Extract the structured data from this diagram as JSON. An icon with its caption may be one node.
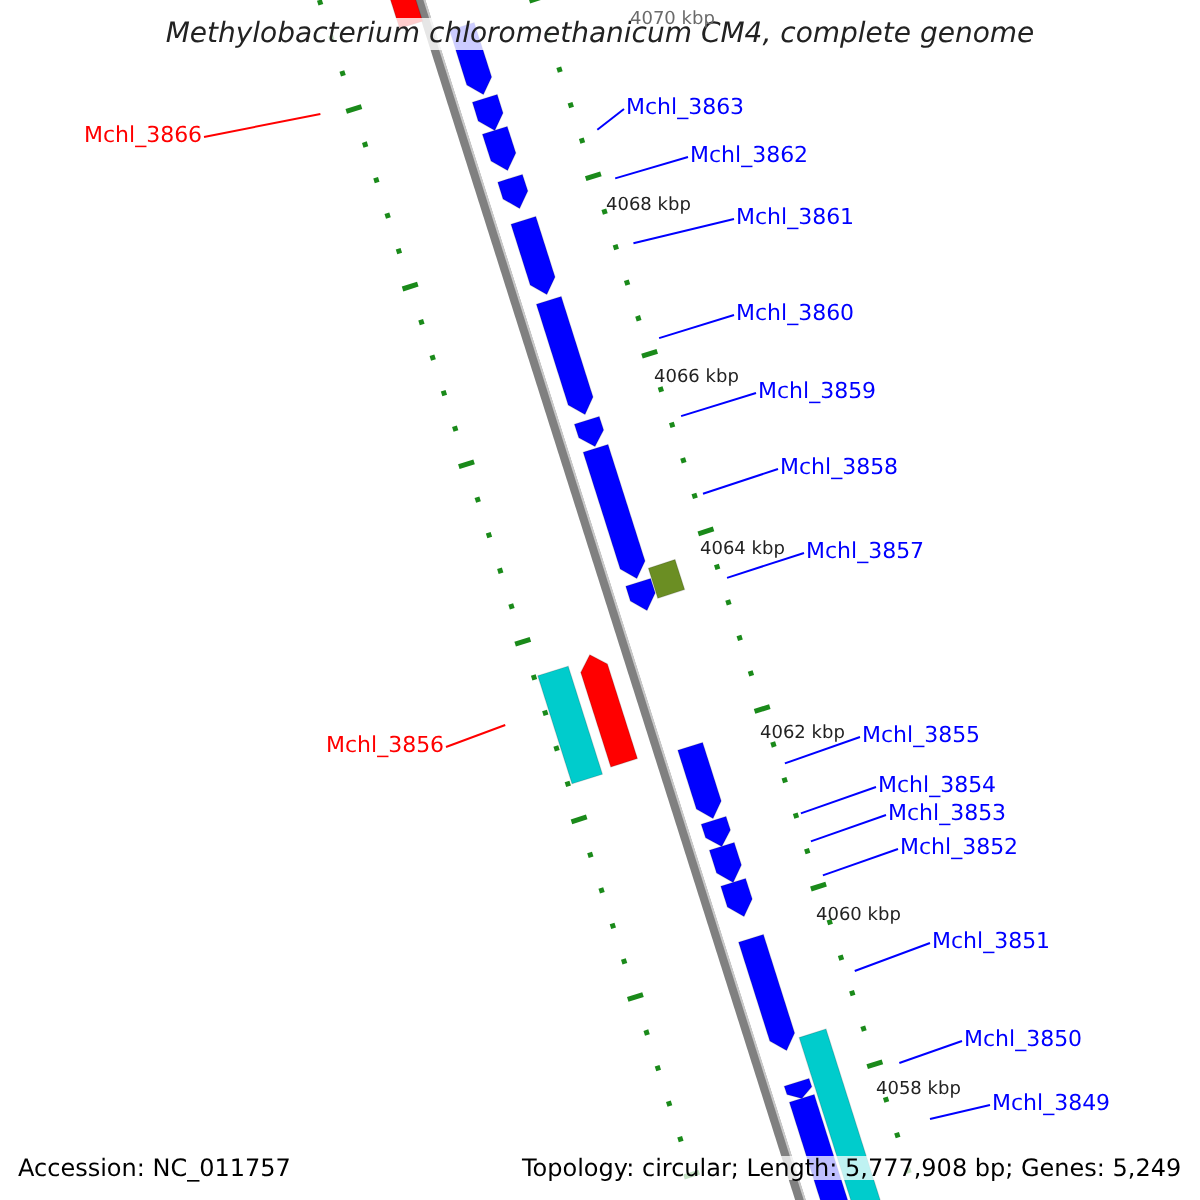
{
  "diagram": {
    "title": "Methylobacterium chloromethanicum CM4, complete genome",
    "nodes": [
      {
        "text": [
          "Mchl_3866"
        ]
      },
      {
        "text": [
          "Mchl_3863"
        ]
      },
      {
        "text": [
          "Mchl_3862"
        ]
      },
      {
        "text": [
          "Mchl_3861"
        ]
      },
      {
        "text": [
          "Mchl_3860"
        ]
      },
      {
        "text": [
          "Mchl_3859"
        ]
      },
      {
        "text": [
          "Mchl_3858"
        ]
      },
      {
        "text": [
          "Mchl_3857"
        ]
      },
      {
        "text": [
          "Mchl_3856"
        ]
      },
      {
        "text": [
          "Mchl_3855"
        ]
      },
      {
        "text": [
          "Mchl_3854"
        ]
      },
      {
        "text": [
          "Mchl_3853"
        ]
      },
      {
        "text": [
          "Mchl_3852"
        ]
      },
      {
        "text": [
          "Mchl_3851"
        ]
      },
      {
        "text": [
          "Mchl_3850"
        ]
      },
      {
        "text": [
          "Mchl_3849"
        ]
      }
    ],
    "edges": [
      {
        "from": 0,
        "to": null,
        "arrow": "none",
        "color": "#ff0000"
      },
      {
        "from": 1,
        "to": null,
        "arrow": "none"
      },
      {
        "from": 2,
        "to": null,
        "arrow": "none"
      },
      {
        "from": 3,
        "to": null,
        "arrow": "none"
      },
      {
        "from": 4,
        "to": null,
        "arrow": "none"
      },
      {
        "from": 5,
        "to": null,
        "arrow": "none"
      },
      {
        "from": 6,
        "to": null,
        "arrow": "none"
      },
      {
        "from": 7,
        "to": null,
        "arrow": "none"
      },
      {
        "from": 8,
        "to": null,
        "arrow": "none",
        "color": "#ff0000"
      },
      {
        "from": 9,
        "to": null,
        "arrow": "none"
      },
      {
        "from": 10,
        "to": null,
        "arrow": "none"
      },
      {
        "from": 11,
        "to": null,
        "arrow": "none"
      },
      {
        "from": 12,
        "to": null,
        "arrow": "none"
      },
      {
        "from": 13,
        "to": null,
        "arrow": "none"
      },
      {
        "from": 14,
        "to": null,
        "arrow": "none"
      },
      {
        "from": 15,
        "to": null,
        "arrow": "none"
      }
    ],
    "labels": [
      "4070 kbp",
      "4068 kbp",
      "4066 kbp",
      "4064 kbp",
      "4062 kbp",
      "4060 kbp",
      "4058 kbp",
      "Accession: NC_011757",
      "Topology: circular; Length: 5,777,908 bp; Genes: 5,249"
    ]
  }
}
